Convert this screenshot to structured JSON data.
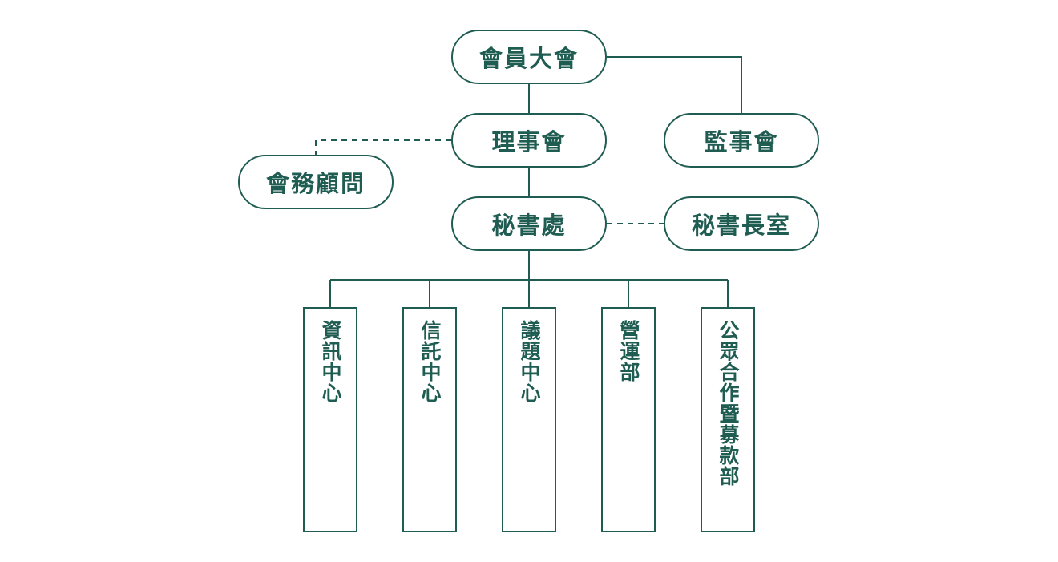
{
  "colors": {
    "stroke": "#1f5c52",
    "text": "#1f5c52",
    "background": "#ffffff"
  },
  "nodes": {
    "general_assembly": "會員大會",
    "board": "理事會",
    "supervisors": "監事會",
    "advisors": "會務顧問",
    "secretariat": "秘書處",
    "secgen_office": "秘書長室"
  },
  "departments": [
    "資訊中心",
    "信託中心",
    "議題中心",
    "營運部",
    "公眾合作暨募款部"
  ]
}
